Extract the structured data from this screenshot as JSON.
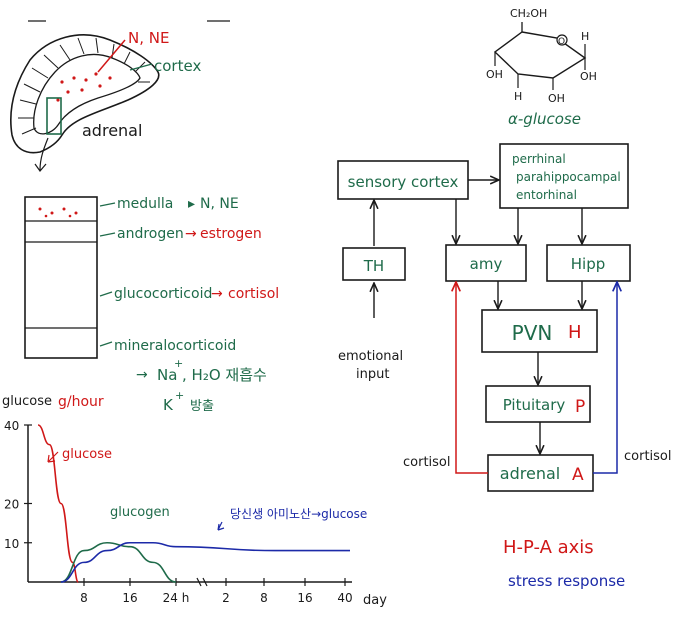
{
  "adrenal_gland": {
    "medulla_label": "N, NE",
    "cortex_label": "cortex",
    "organ_label": "adrenal"
  },
  "adrenal_layers": {
    "medulla": "medulla",
    "medulla_products": "N, NE",
    "androgen": "androgen",
    "estrogen": "estrogen",
    "glucocorticoid": "glucocorticoid",
    "cortisol": "cortisol",
    "mineralocorticoid": "mineralocorticoid",
    "na_line_ion": "Na",
    "na_line_rest": ", H₂O 재흡수",
    "k_line_ion": "K",
    "k_line_rest": "방출"
  },
  "glucose_molecule": {
    "top_group": "CH₂OH",
    "ring_oxygen": "O",
    "right_h": "H",
    "left_oh": "OH",
    "right_oh": "OH",
    "bottom_h": "H",
    "bottom_oh": "OH",
    "name": "α-glucose"
  },
  "hpa_diagram": {
    "sensory_cortex": "sensory cortex",
    "perirhinal": "perrhinal",
    "parahippocampal": "parahippocampal",
    "entorhinal": "entorhinal",
    "th": "TH",
    "amy": "amy",
    "hipp": "Hipp",
    "pvn": "PVN",
    "pvn_hormone": "H",
    "pituitary": "Pituitary",
    "pituitary_hormone": "P",
    "adrenal": "adrenal",
    "adrenal_hormone": "A",
    "emotional_input_1": "emotional",
    "emotional_input_2": "input",
    "cortisol_left": "cortisol",
    "cortisol_right": "cortisol",
    "title": "H-P-A axis",
    "subtitle": "stress response"
  },
  "colors": {
    "ink": "#1a1a1a",
    "green": "#1f6b4a",
    "red": "#d01818",
    "blue": "#1c2aa8"
  },
  "chart_data": {
    "type": "line",
    "ylabel": "glucose",
    "ylabel_unit": "g/hour",
    "yticks": [
      40,
      20,
      10
    ],
    "xticks_hours": [
      "8",
      "16",
      "24 h"
    ],
    "xticks_days": [
      "2",
      "8",
      "16",
      "40"
    ],
    "x_unit_days": "day",
    "ylim": [
      0,
      40
    ],
    "series": [
      {
        "name": "glucose",
        "color": "#d01818",
        "x": [
          0,
          2,
          4,
          6,
          7
        ],
        "y": [
          40,
          35,
          20,
          5,
          0
        ]
      },
      {
        "name": "glucogen",
        "color": "#1f6b4a",
        "x": [
          4,
          8,
          12,
          16,
          20,
          24
        ],
        "y": [
          0,
          8,
          10,
          9,
          5,
          0
        ]
      },
      {
        "name": "당신생 아미노산→glucose",
        "color": "#1c2aa8",
        "x": [
          4,
          8,
          12,
          16,
          20,
          24,
          32,
          40
        ],
        "y": [
          0,
          5,
          8,
          10,
          10,
          9,
          8,
          8
        ]
      }
    ]
  }
}
